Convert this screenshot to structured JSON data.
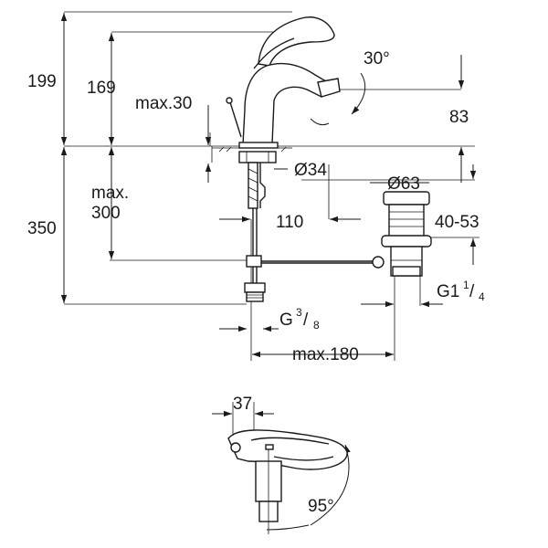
{
  "dimensions": {
    "height_total": "199",
    "height_spout": "169",
    "max_deck": "max.30",
    "angle_spout": "30°",
    "spout_reach": "83",
    "max_under": "max.",
    "max_under_value": "300",
    "height_under": "350",
    "hole_dia": "Ø34",
    "waste_dia": "Ø63",
    "offset": "110",
    "waste_range": "40-53",
    "waste_thread_base": "G1",
    "waste_thread_num": "1",
    "waste_thread_den": "4",
    "supply_thread_base": "G",
    "supply_thread_num": "3",
    "supply_thread_den": "8",
    "max_reach": "max.180",
    "lever_width": "37",
    "lever_angle": "95°"
  }
}
